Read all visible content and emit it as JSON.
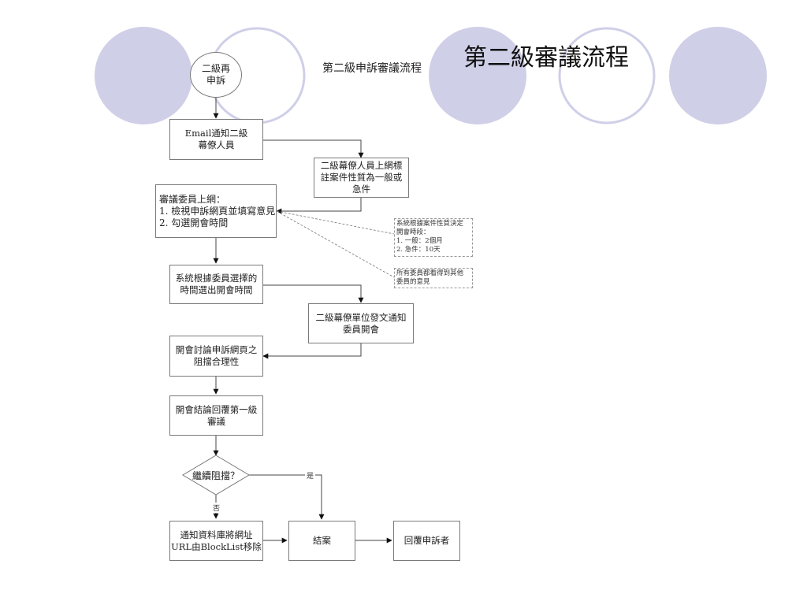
{
  "slide": {
    "title": "第二級審議流程",
    "accent_fill": "#cfcfe8",
    "accent_stroke": "#cfcfe8"
  },
  "flowchart": {
    "title": "第二級申訴審議流程",
    "nodes": {
      "start": "二級再\n申訴",
      "email_notify": "Email通知二級\n幕僚人員",
      "staff_mark": "二級幕僚人員上網標\n註案件性質為一般或\n急件",
      "committee_review": "審議委員上網：\n1. 檢視申訴網頁並填寫意見\n2. 勾選開會時間",
      "system_select": "系統根據委員選擇的\n時間選出開會時間",
      "staff_notice": "二級幕僚單位發文通知\n委員開會",
      "meeting_discuss": "開會討論申訴網頁之\n阻擋合理性",
      "meeting_reply": "開會結論回覆第一級\n審議",
      "decision": "繼續阻擋？",
      "notify_remove": "通知資料庫將網址\nURL由BlockList移除",
      "close_case": "結案",
      "reply_appellant": "回覆申訴者"
    },
    "notes": {
      "timing_rule": "系統根據案件性質決定\n開會時段：\n1. 一般：2個月\n2. 急件：10天",
      "visibility_rule": "所有委員都看得到其他\n委員的意見"
    },
    "edge_labels": {
      "yes": "是",
      "no": "否"
    }
  }
}
